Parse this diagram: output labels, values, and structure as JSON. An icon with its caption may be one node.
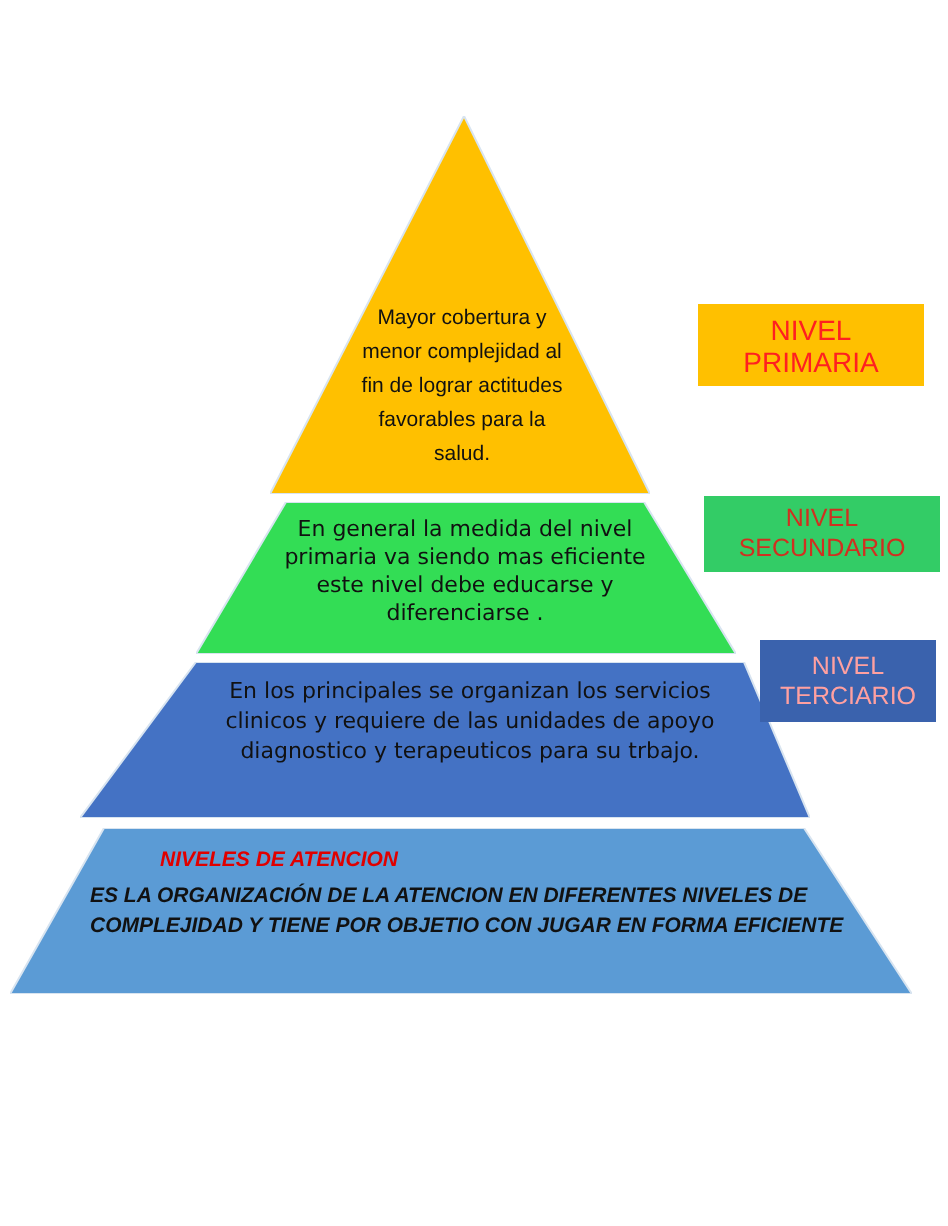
{
  "diagram": {
    "nodes": [
      {
        "text": [
          "Mayor cobertura y menor complejidad al fin de lograr actitudes favorables para la salud."
        ]
      },
      {
        "text": [
          "En general la medida del nivel primaria va siendo mas eficiente este nivel debe educarse y diferenciarse ."
        ]
      },
      {
        "text": [
          "En los principales se organizan los servicios clinicos y requiere de las unidades de apoyo diagnostico y terapeuticos para su trbajo."
        ]
      },
      {
        "text": [
          "NIVELES DE ATENCION",
          "ES LA ORGANIZACIÓN DE LA ATENCION EN DIFERENTES NIVELES DE COMPLEJIDAD Y TIENE POR OBJETIO CON JUGAR EN FORMA EFICIENTE"
        ]
      },
      {
        "text": [
          "NIVEL PRIMARIA"
        ]
      },
      {
        "text": [
          "NIVEL SECUNDARIO"
        ]
      },
      {
        "text": [
          "NIVEL TERCIARIO"
        ]
      }
    ],
    "edges": []
  }
}
